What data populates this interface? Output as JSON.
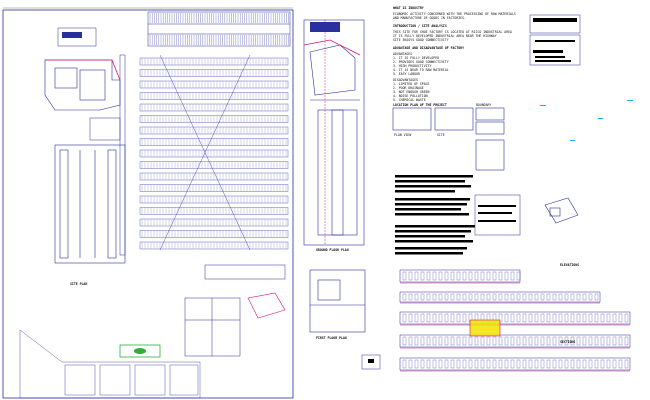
{
  "sheet": {
    "notes": {
      "title": "WHAT IS INDUSTRY",
      "intro": "ECONOMIC ACTIVITY CONCERNED WITH THE PROCESSING OF RAW MATERIALS AND MANUFACTURE OF GOODS IN FACTORIES.",
      "site_head": "INTRODUCTION / SITE ANALYSIS",
      "site_text": [
        "THIS SITE FOR SHOE FACTORY IS LOCATED AT RIICO INDUSTRIAL AREA",
        "IT IS FULLY DEVELOPED INDUSTRIAL AREA NEAR THE HIGHWAY",
        "SITE ENJOYS GOOD CONNECTIVITY"
      ],
      "adv_head": "ADVANTAGE AND DISADVANTAGE OF FACTORY",
      "adv_sub": "ADVANTAGES",
      "adv_list": [
        "1. IT IS FULLY DEVELOPED",
        "2. PROVIDES GOOD CONNECTIVITY",
        "3. HIGH PRODUCTIVITY",
        "4. IT IS NEAR TO RAW MATERIAL",
        "5. EASY LABOUR"
      ],
      "dis_sub": "DISADVANTAGES",
      "dis_list": [
        "1. LIMITED OF SPACE",
        "2. POOR DRAINAGE",
        "3. NOT ENOUGH GREEN",
        "4. NOISE POLLUTION",
        "5. CHEMICAL WASTE"
      ],
      "loc_head": "LOCATION PLAN OF THE PROJECT",
      "loc_cols": [
        "PLAN VIEW",
        "SITE",
        "BOUNDARY"
      ]
    },
    "drawings": {
      "site_plan": "SITE PLAN",
      "ground_floor": "GROUND FLOOR PLAN",
      "first_floor": "FIRST FLOOR PLAN",
      "elevations": "ELEVATIONS",
      "sections": "SECTIONS"
    }
  },
  "colors": {
    "line": "#2a2f9e",
    "accent": "#d6137a",
    "fill_black": "#000000",
    "green": "#2fae3c",
    "yellow": "#f2e300",
    "cyan": "#1bb6e0"
  }
}
